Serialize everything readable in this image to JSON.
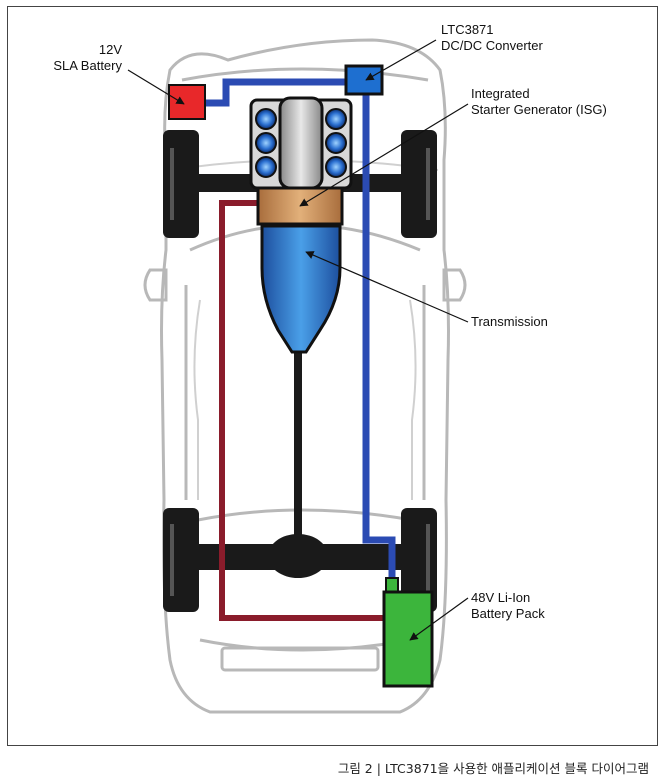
{
  "labels": {
    "sla_battery": {
      "line1": "12V",
      "line2": "SLA Battery"
    },
    "dcdc": {
      "line1": "LTC3871",
      "line2": "DC/DC Converter"
    },
    "isg": {
      "line1": "Integrated",
      "line2": "Starter Generator (ISG)"
    },
    "transmission": {
      "line1": "Transmission"
    },
    "li_ion": {
      "line1": "48V Li-Ion",
      "line2": "Battery Pack"
    }
  },
  "caption": "그림 2 | LTC3871을 사용한 애플리케이션 블록 다이어그램",
  "colors": {
    "sla_battery": "#e8282a",
    "dcdc": "#1e6fd0",
    "blue_wire": "#2b4bb3",
    "red_wire": "#8a1c2b",
    "isg": "#c8905a",
    "transmission": "#2a72c8",
    "li_ion": "#3cb53c",
    "tire": "#1a1a1a",
    "body_outline": "#b8b8b8"
  }
}
